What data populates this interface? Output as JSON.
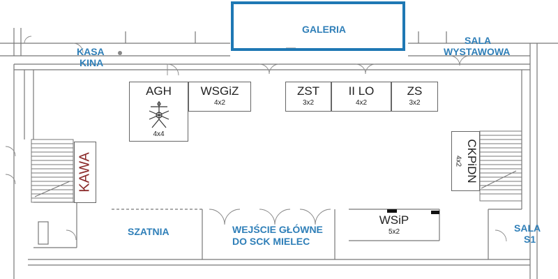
{
  "rooms": {
    "galeria": "GALERIA",
    "kasa_kina_line1": "KASA",
    "kasa_kina_line2": "KINA",
    "sala_wystawowa_line1": "SALA",
    "sala_wystawowa_line2": "WYSTAWOWA",
    "szatnia": "SZATNIA",
    "wejscie_line1": "WEJŚCIE GŁÓWNE",
    "wejscie_line2": "DO SCK MIELEC",
    "sala_s1_line1": "SALA",
    "sala_s1_line2": "S1",
    "kawa": "KAWA"
  },
  "booths": [
    {
      "name": "AGH",
      "size": "4x4"
    },
    {
      "name": "WSGiZ",
      "size": "4x2"
    },
    {
      "name": "ZST",
      "size": "3x2"
    },
    {
      "name": "II LO",
      "size": "4x2"
    },
    {
      "name": "ZS",
      "size": "3x2"
    },
    {
      "name": "CKPiDN",
      "size": "4x2"
    },
    {
      "name": "WSiP",
      "size": "5x2"
    }
  ],
  "colors": {
    "label_blue": "#2f7fb8",
    "highlight_blue": "#1f78b4",
    "kawa_red": "#8b2a2a",
    "wall_gray": "#777777"
  },
  "icons": {
    "stair_left": "stairs-icon",
    "stair_right": "stairs-icon",
    "robot": "robot-arm-icon"
  }
}
